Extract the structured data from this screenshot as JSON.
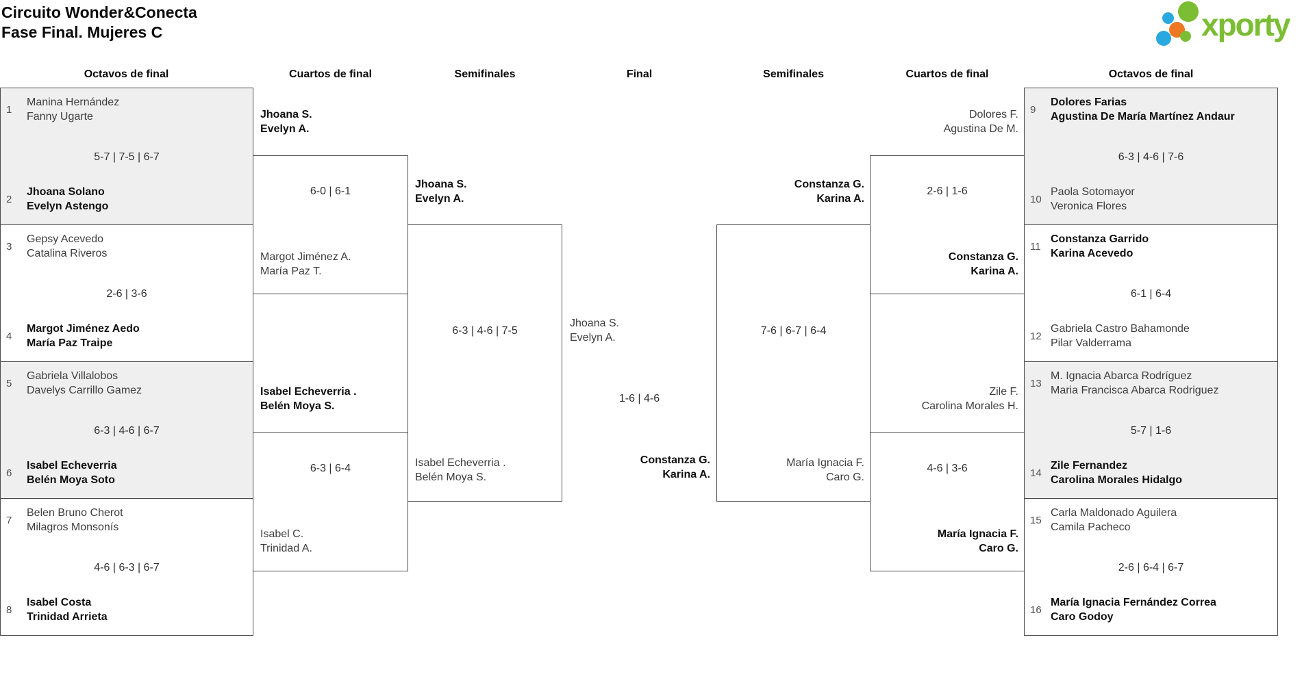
{
  "header": {
    "title_line1": "Circuito Wonder&Conecta",
    "title_line2": "Fase Final. Mujeres C"
  },
  "logo": {
    "text": "xporty",
    "green": "#7bbd33",
    "blue": "#2aa9e0",
    "orange": "#ee7722"
  },
  "columns": [
    "Octavos de final",
    "Cuartos de final",
    "Semifinales",
    "Final",
    "Semifinales",
    "Cuartos de final",
    "Octavos de final"
  ],
  "colors": {
    "border": "#4a4a4a",
    "shaded_box": "#efefef",
    "winner_text": "#101010",
    "regular_text": "#3e3e3e"
  },
  "bracket": {
    "r16_left": [
      {
        "top": {
          "seed": "1",
          "names": [
            "Manina Hernández",
            "Fanny Ugarte"
          ]
        },
        "score": "5-7 | 7-5 | 6-7",
        "bottom": {
          "seed": "2",
          "names": [
            "Jhoana Solano",
            "Evelyn Astengo"
          ]
        }
      },
      {
        "top": {
          "seed": "3",
          "names": [
            "Gepsy Acevedo",
            "Catalina Riveros"
          ]
        },
        "score": "2-6 | 3-6",
        "bottom": {
          "seed": "4",
          "names": [
            "Margot Jiménez Aedo",
            "María Paz Traipe"
          ]
        }
      },
      {
        "top": {
          "seed": "5",
          "names": [
            "Gabriela Villalobos",
            "Davelys Carrillo Gamez"
          ]
        },
        "score": "6-3 | 4-6 | 6-7",
        "bottom": {
          "seed": "6",
          "names": [
            "Isabel Echeverria",
            "Belén Moya Soto"
          ]
        }
      },
      {
        "top": {
          "seed": "7",
          "names": [
            "Belen Bruno Cherot",
            "Milagros Monsonís"
          ]
        },
        "score": "4-6 | 6-3 | 6-7",
        "bottom": {
          "seed": "8",
          "names": [
            "Isabel Costa",
            "Trinidad Arrieta"
          ]
        }
      }
    ],
    "r16_right": [
      {
        "top": {
          "seed": "9",
          "names": [
            "Dolores Farias",
            "Agustina De María Martínez Andaur"
          ]
        },
        "score": "6-3 | 4-6 | 7-6",
        "bottom": {
          "seed": "10",
          "names": [
            "Paola Sotomayor",
            "Veronica Flores"
          ]
        }
      },
      {
        "top": {
          "seed": "11",
          "names": [
            "Constanza Garrido",
            "Karina Acevedo"
          ]
        },
        "score": "6-1 | 6-4",
        "bottom": {
          "seed": "12",
          "names": [
            "Gabriela Castro Bahamonde",
            "Pilar Valderrama"
          ]
        }
      },
      {
        "top": {
          "seed": "13",
          "names": [
            "M. Ignacia Abarca Rodríguez",
            "Maria Francisca Abarca Rodriguez"
          ]
        },
        "score": "5-7 | 1-6",
        "bottom": {
          "seed": "14",
          "names": [
            "Zile Fernandez",
            "Carolina Morales Hidalgo"
          ]
        }
      },
      {
        "top": {
          "seed": "15",
          "names": [
            "Carla Maldonado Aguilera",
            "Camila Pacheco"
          ]
        },
        "score": "2-6 | 6-4 | 6-7",
        "bottom": {
          "seed": "16",
          "names": [
            "María Ignacia Fernández Correa",
            "Caro Godoy"
          ]
        }
      }
    ],
    "qf_left": [
      {
        "top": {
          "names": [
            "Jhoana S.",
            "Evelyn A."
          ]
        },
        "score": "6-0 | 6-1",
        "bottom": {
          "names": [
            "Margot Jiménez A.",
            "María Paz T."
          ]
        }
      },
      {
        "top": {
          "names": [
            "Isabel Echeverria .",
            "Belén Moya S."
          ]
        },
        "score": "6-3 | 6-4",
        "bottom": {
          "names": [
            "Isabel C.",
            "Trinidad A."
          ]
        }
      }
    ],
    "qf_right": [
      {
        "top": {
          "names": [
            "Dolores F.",
            "Agustina De M."
          ]
        },
        "score": "2-6 | 1-6",
        "bottom": {
          "names": [
            "Constanza G.",
            "Karina A."
          ]
        }
      },
      {
        "top": {
          "names": [
            "Zile F.",
            "Carolina Morales H."
          ]
        },
        "score": "4-6 | 3-6",
        "bottom": {
          "names": [
            "María Ignacia F.",
            "Caro G."
          ]
        }
      }
    ],
    "sf_left": {
      "top": {
        "names": [
          "Jhoana S.",
          "Evelyn A."
        ]
      },
      "score": "6-3 | 4-6 | 7-5",
      "bottom": {
        "names": [
          "Isabel Echeverria .",
          "Belén Moya S."
        ]
      }
    },
    "sf_right": {
      "top": {
        "names": [
          "Constanza G.",
          "Karina A."
        ]
      },
      "score": "7-6 | 6-7 | 6-4",
      "bottom": {
        "names": [
          "María Ignacia F.",
          "Caro G."
        ]
      }
    },
    "final": {
      "left": {
        "names": [
          "Jhoana S.",
          "Evelyn A."
        ]
      },
      "score": "1-6 | 4-6",
      "right": {
        "names": [
          "Constanza G.",
          "Karina A."
        ]
      }
    }
  }
}
